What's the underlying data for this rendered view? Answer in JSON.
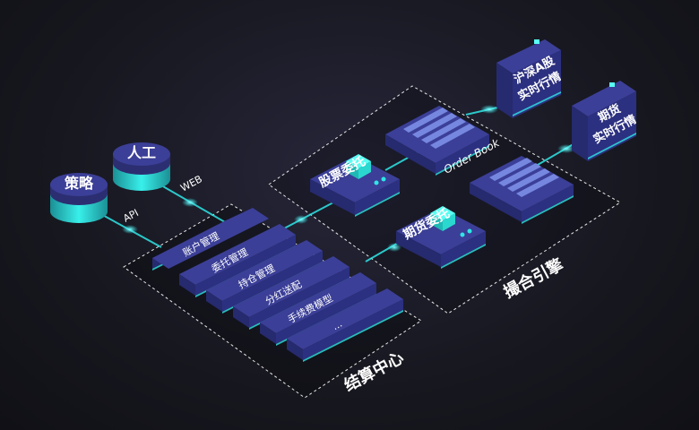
{
  "colors": {
    "background": "#17171f",
    "block_top": "#3b3f97",
    "block_side": "#262a6e",
    "accent_cyan": "#2fe6e6",
    "dashed_border": "#e8e8e8"
  },
  "sources": {
    "strategy": "策略",
    "manual": "人工",
    "api": "API",
    "web": "WEB"
  },
  "settlement": {
    "title": "结算中心",
    "modules": [
      "账户管理",
      "委托管理",
      "持仓管理",
      "分红送配",
      "手续费模型",
      "..."
    ]
  },
  "matching": {
    "title": "撮合引擎",
    "order_book": "Order Book",
    "stock_order": "股票委托",
    "futures_order": "期货委托"
  },
  "market_feeds": {
    "stock_quotes_l1": "沪深A股",
    "stock_quotes_l2": "实时行情",
    "futures_quotes_l1": "期货",
    "futures_quotes_l2": "实时行情"
  }
}
